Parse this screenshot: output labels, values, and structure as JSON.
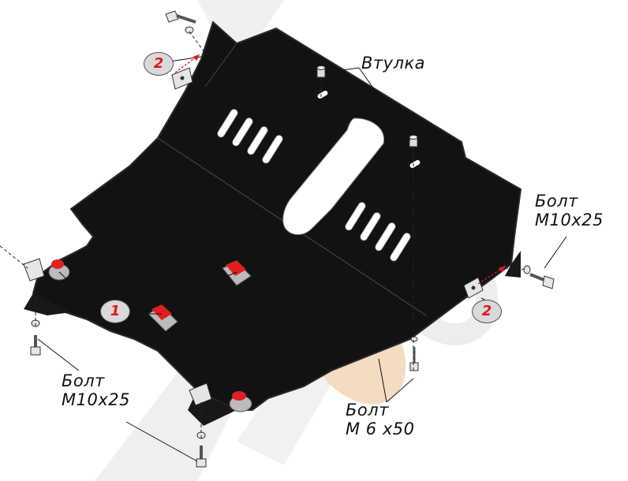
{
  "labels": {
    "bushing": "Втулка",
    "bolt_right": [
      "Болт",
      "M10x25"
    ],
    "bolt_left": [
      "Болт",
      "M10x25"
    ],
    "bolt_bottom": [
      "Болт",
      "M 6 x50"
    ]
  },
  "callouts": {
    "bracket": "2",
    "mount": "1"
  },
  "watermark": "ALTeco",
  "colors": {
    "plate": "#111111",
    "plate_edge": "#2a2a2a",
    "mount_red": "#e02020",
    "callout_text": "#e01818",
    "callout_fill": "#d9d9d9",
    "arrow_red": "#e01818",
    "watermark_gray": "#e9e9e9",
    "watermark_orange": "#f3d2a8"
  }
}
